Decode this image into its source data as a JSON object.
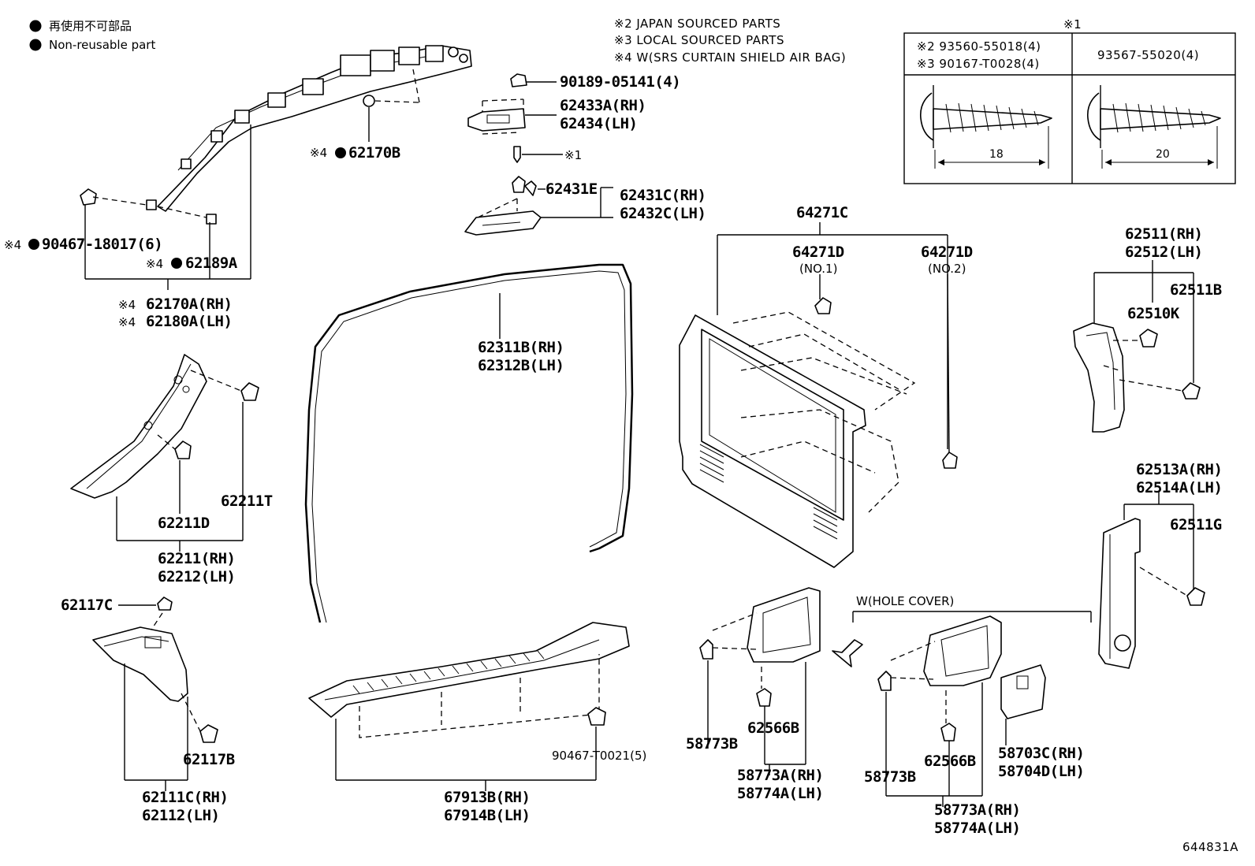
{
  "legend": {
    "reuse_restricted_jp": "再使用不可部品",
    "non_reusable_en": "Non-reusable part"
  },
  "notes": {
    "n2": "※2 JAPAN SOURCED PARTS",
    "n3": "※3 LOCAL SOURCED PARTS",
    "n4": "※4 W(SRS CURTAIN SHIELD AIR BAG)"
  },
  "screw_table": {
    "title": "※1",
    "left_line1": "※2 93560-55018(4)",
    "left_line2": "※3 90167-T0028(4)",
    "right_header": "93567-55020(4)",
    "left_length": "18",
    "right_length": "20"
  },
  "labels": {
    "p90467_18017": "90467-18017(6)",
    "p62189A": "62189A",
    "p62170A": "62170A(RH)",
    "p62180A": "62180A(LH)",
    "p62170B": "62170B",
    "mark4": "※4",
    "p90189": "90189-05141(4)",
    "p62433A": "62433A(RH)",
    "p62434": "62434(LH)",
    "mark1": "※1",
    "p62431E": "62431E",
    "p62431C": "62431C(RH)",
    "p62432C": "62432C(LH)",
    "p62311B": "62311B(RH)",
    "p62312B": "62312B(LH)",
    "p64271C": "64271C",
    "p64271D_1": "64271D",
    "no1": "(NO.1)",
    "p64271D_2": "64271D",
    "no2": "(NO.2)",
    "p62511": "62511(RH)",
    "p62512": "62512(LH)",
    "p62511B": "62511B",
    "p62510K": "62510K",
    "p62513A": "62513A(RH)",
    "p62514A": "62514A(LH)",
    "p62511G": "62511G",
    "p62211T": "62211T",
    "p62211D": "62211D",
    "p62211": "62211(RH)",
    "p62212": "62212(LH)",
    "p62117C": "62117C",
    "p62117B": "62117B",
    "p62111C": "62111C(RH)",
    "p62112": "62112(LH)",
    "p90467_T0021": "90467-T0021(5)",
    "p67913B": "67913B(RH)",
    "p67914B": "67914B(LH)",
    "hole_cover": "W(HOLE COVER)",
    "p58773B_a": "58773B",
    "p62566B_a": "62566B",
    "p58773A_a": "58773A(RH)",
    "p58774A_a": "58774A(LH)",
    "p58773B_b": "58773B",
    "p62566B_b": "62566B",
    "p58703C": "58703C(RH)",
    "p58704D": "58704D(LH)",
    "p58773A_b": "58773A(RH)",
    "p58774A_b": "58774A(LH)",
    "diagram_id": "644831A"
  }
}
